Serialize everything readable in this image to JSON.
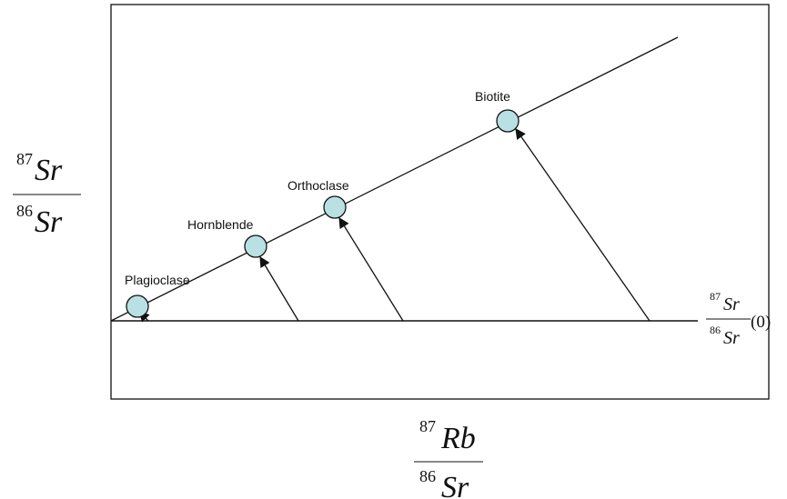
{
  "samples": [
    {
      "label": "Plagioclase"
    },
    {
      "label": "Hornblende"
    },
    {
      "label": "Orthoclase"
    },
    {
      "label": "Biotite"
    }
  ],
  "y_axis_label": {
    "numerator_mass": "87",
    "numerator_symbol": "Sr",
    "denominator_mass": "86",
    "denominator_symbol": "Sr"
  },
  "x_axis_label": {
    "numerator_mass": "87",
    "numerator_symbol": "Rb",
    "denominator_mass": "86",
    "denominator_symbol": "Sr"
  },
  "initial_ratio_label": {
    "numerator_mass": "87",
    "numerator_symbol": "Sr",
    "denominator_mass": "86",
    "denominator_symbol": "Sr",
    "suffix": "(0)"
  },
  "colors": {
    "mineral_point_fill": "#b9e0e3",
    "stroke": "#111111"
  }
}
